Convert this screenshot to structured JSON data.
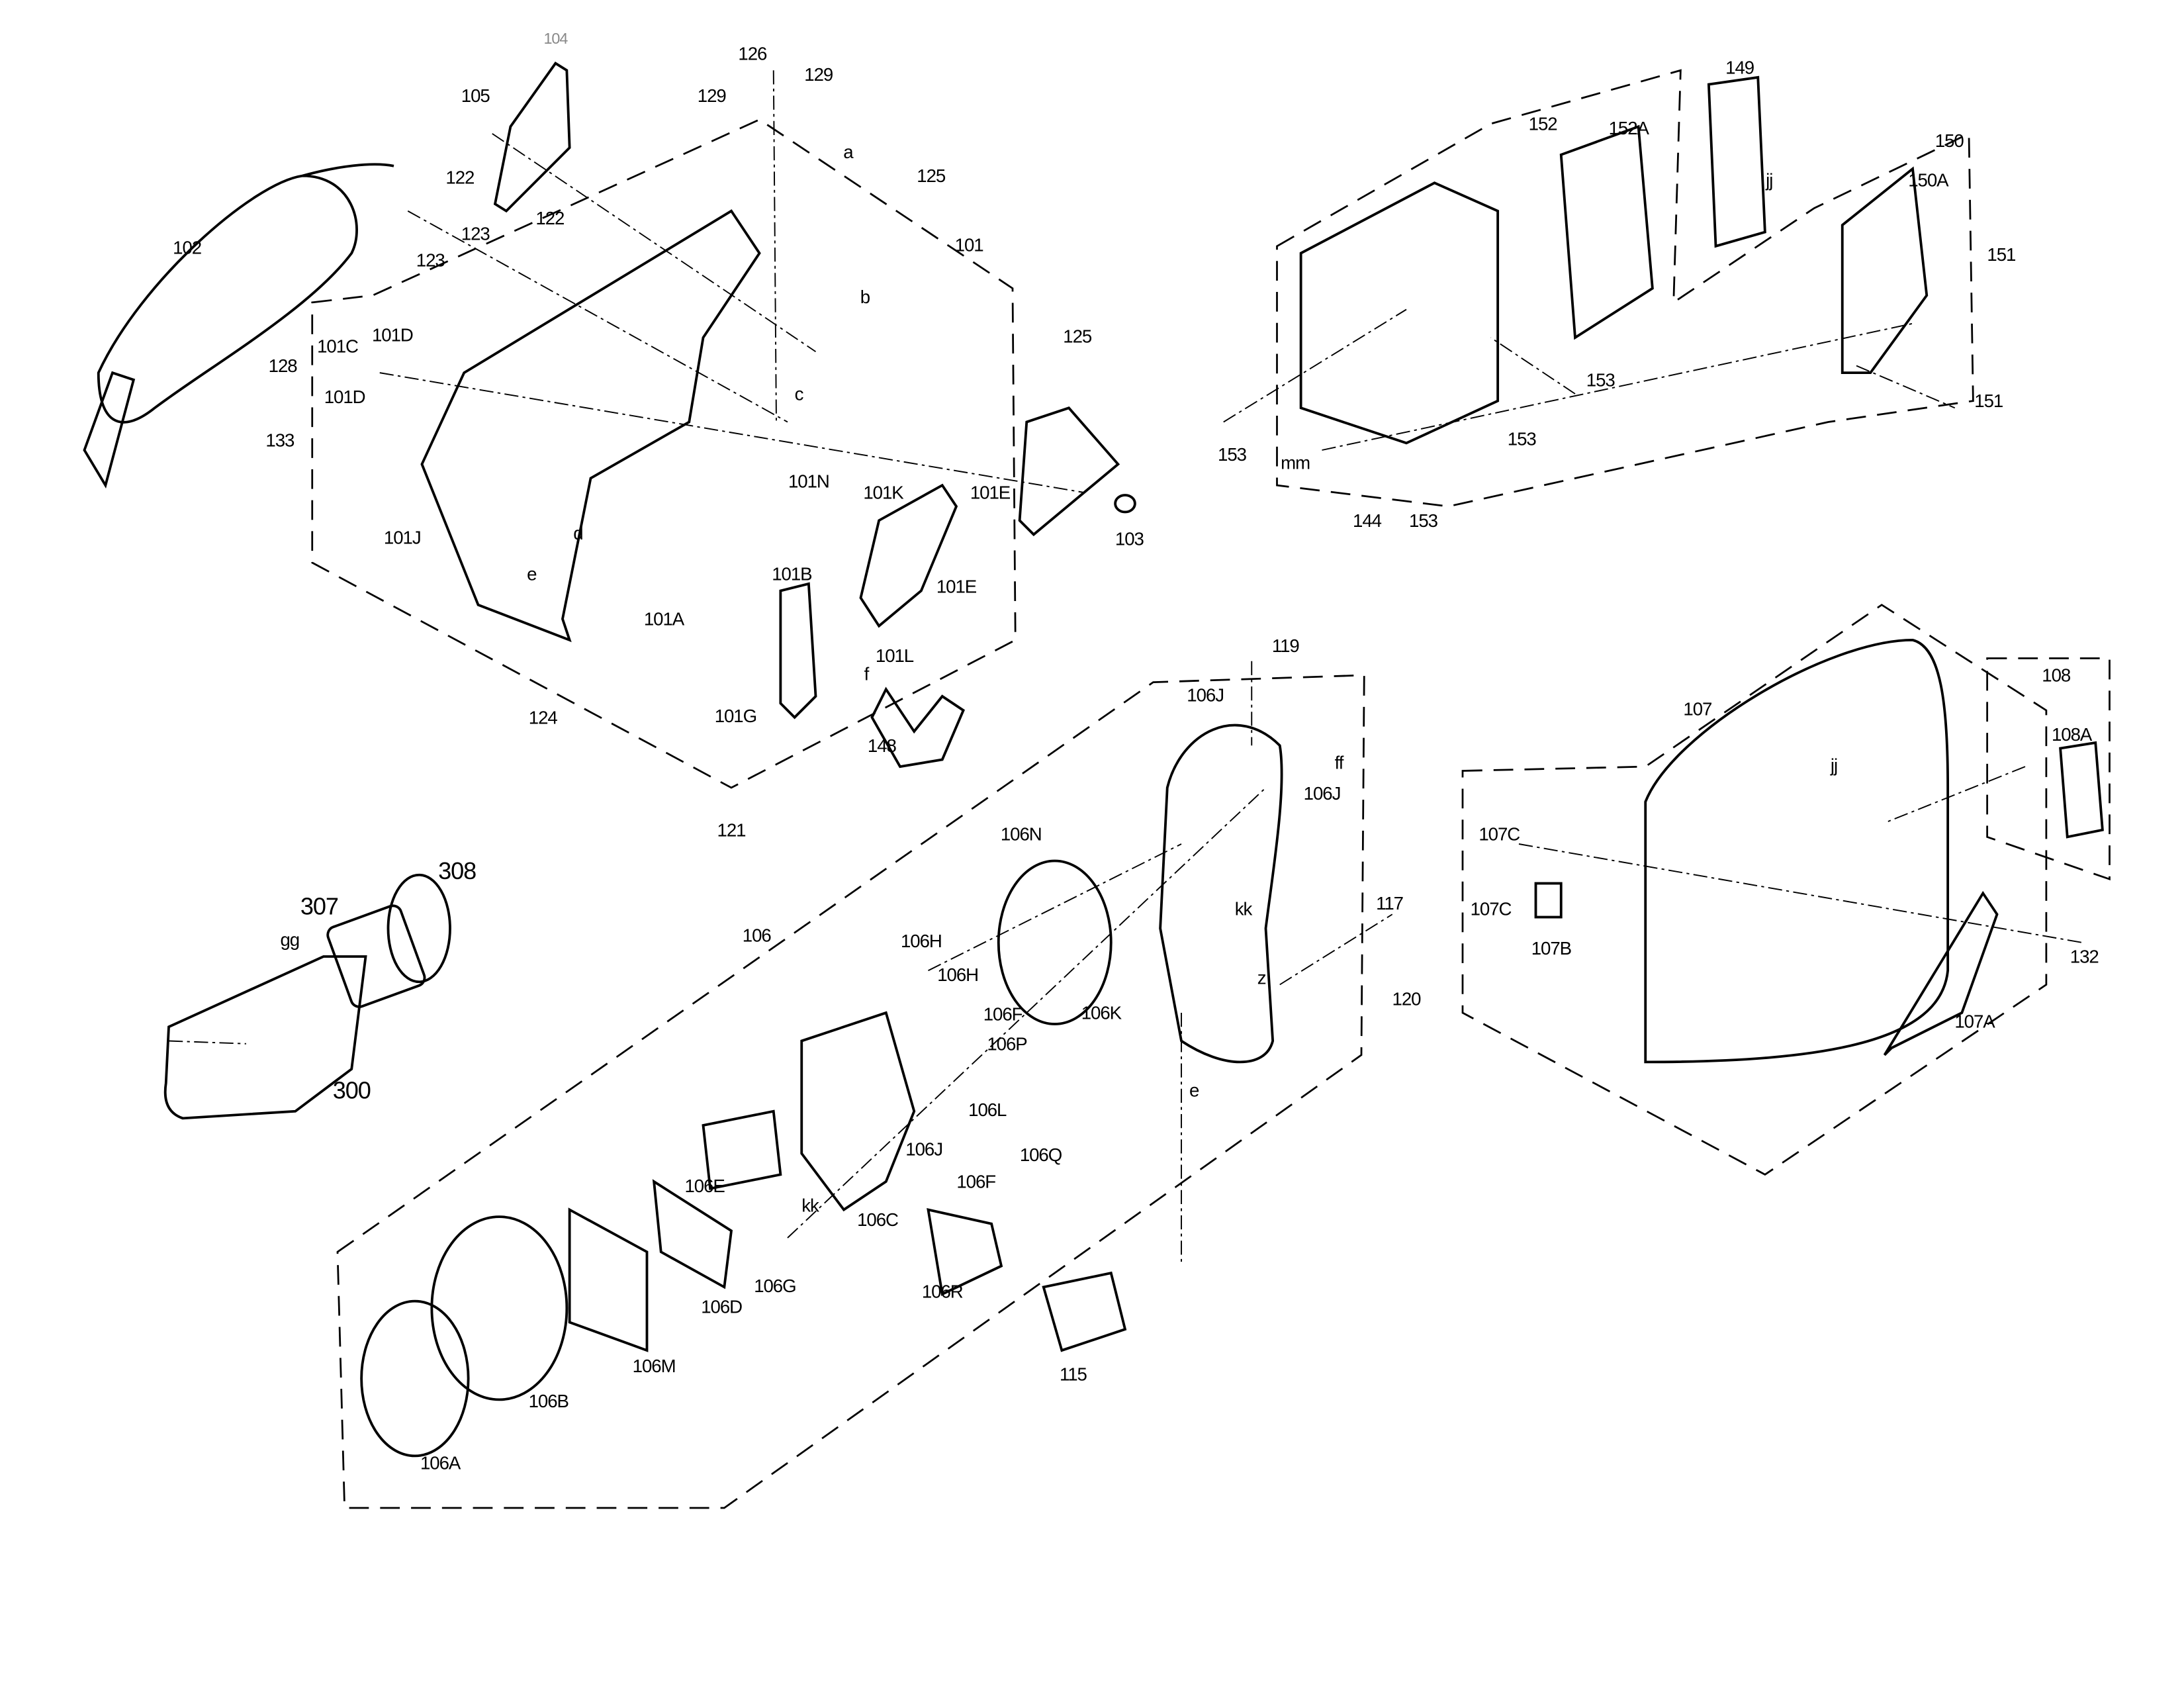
{
  "labels": [
    "104",
    "105",
    "126",
    "129",
    "129",
    "a",
    "125",
    "122",
    "122",
    "123",
    "102",
    "101",
    "b",
    "123",
    "125",
    "101C",
    "101D",
    "128",
    "c",
    "101D",
    "133",
    "101N",
    "101K",
    "101E",
    "103",
    "101J",
    "d",
    "e",
    "101B",
    "101E",
    "101A",
    "f",
    "101L",
    "101G",
    "124",
    "148",
    "121",
    "149",
    "152",
    "152A",
    "150",
    "150A",
    "jj",
    "151",
    "153",
    "153",
    "153",
    "mm",
    "144",
    "153",
    "151",
    "119",
    "106J",
    "ff",
    "106J",
    "106N",
    "107",
    "108",
    "108A",
    "jj",
    "107C",
    "107C",
    "107B",
    "132",
    "107A",
    "308",
    "307",
    "gg",
    "300",
    "106",
    "106H",
    "106H",
    "kk",
    "117",
    "z",
    "120",
    "106F",
    "106P",
    "106K",
    "106L",
    "e",
    "106J",
    "106Q",
    "106F",
    "106E",
    "kk",
    "106C",
    "106G",
    "106D",
    "106R",
    "106M",
    "115",
    "106B",
    "106A"
  ]
}
